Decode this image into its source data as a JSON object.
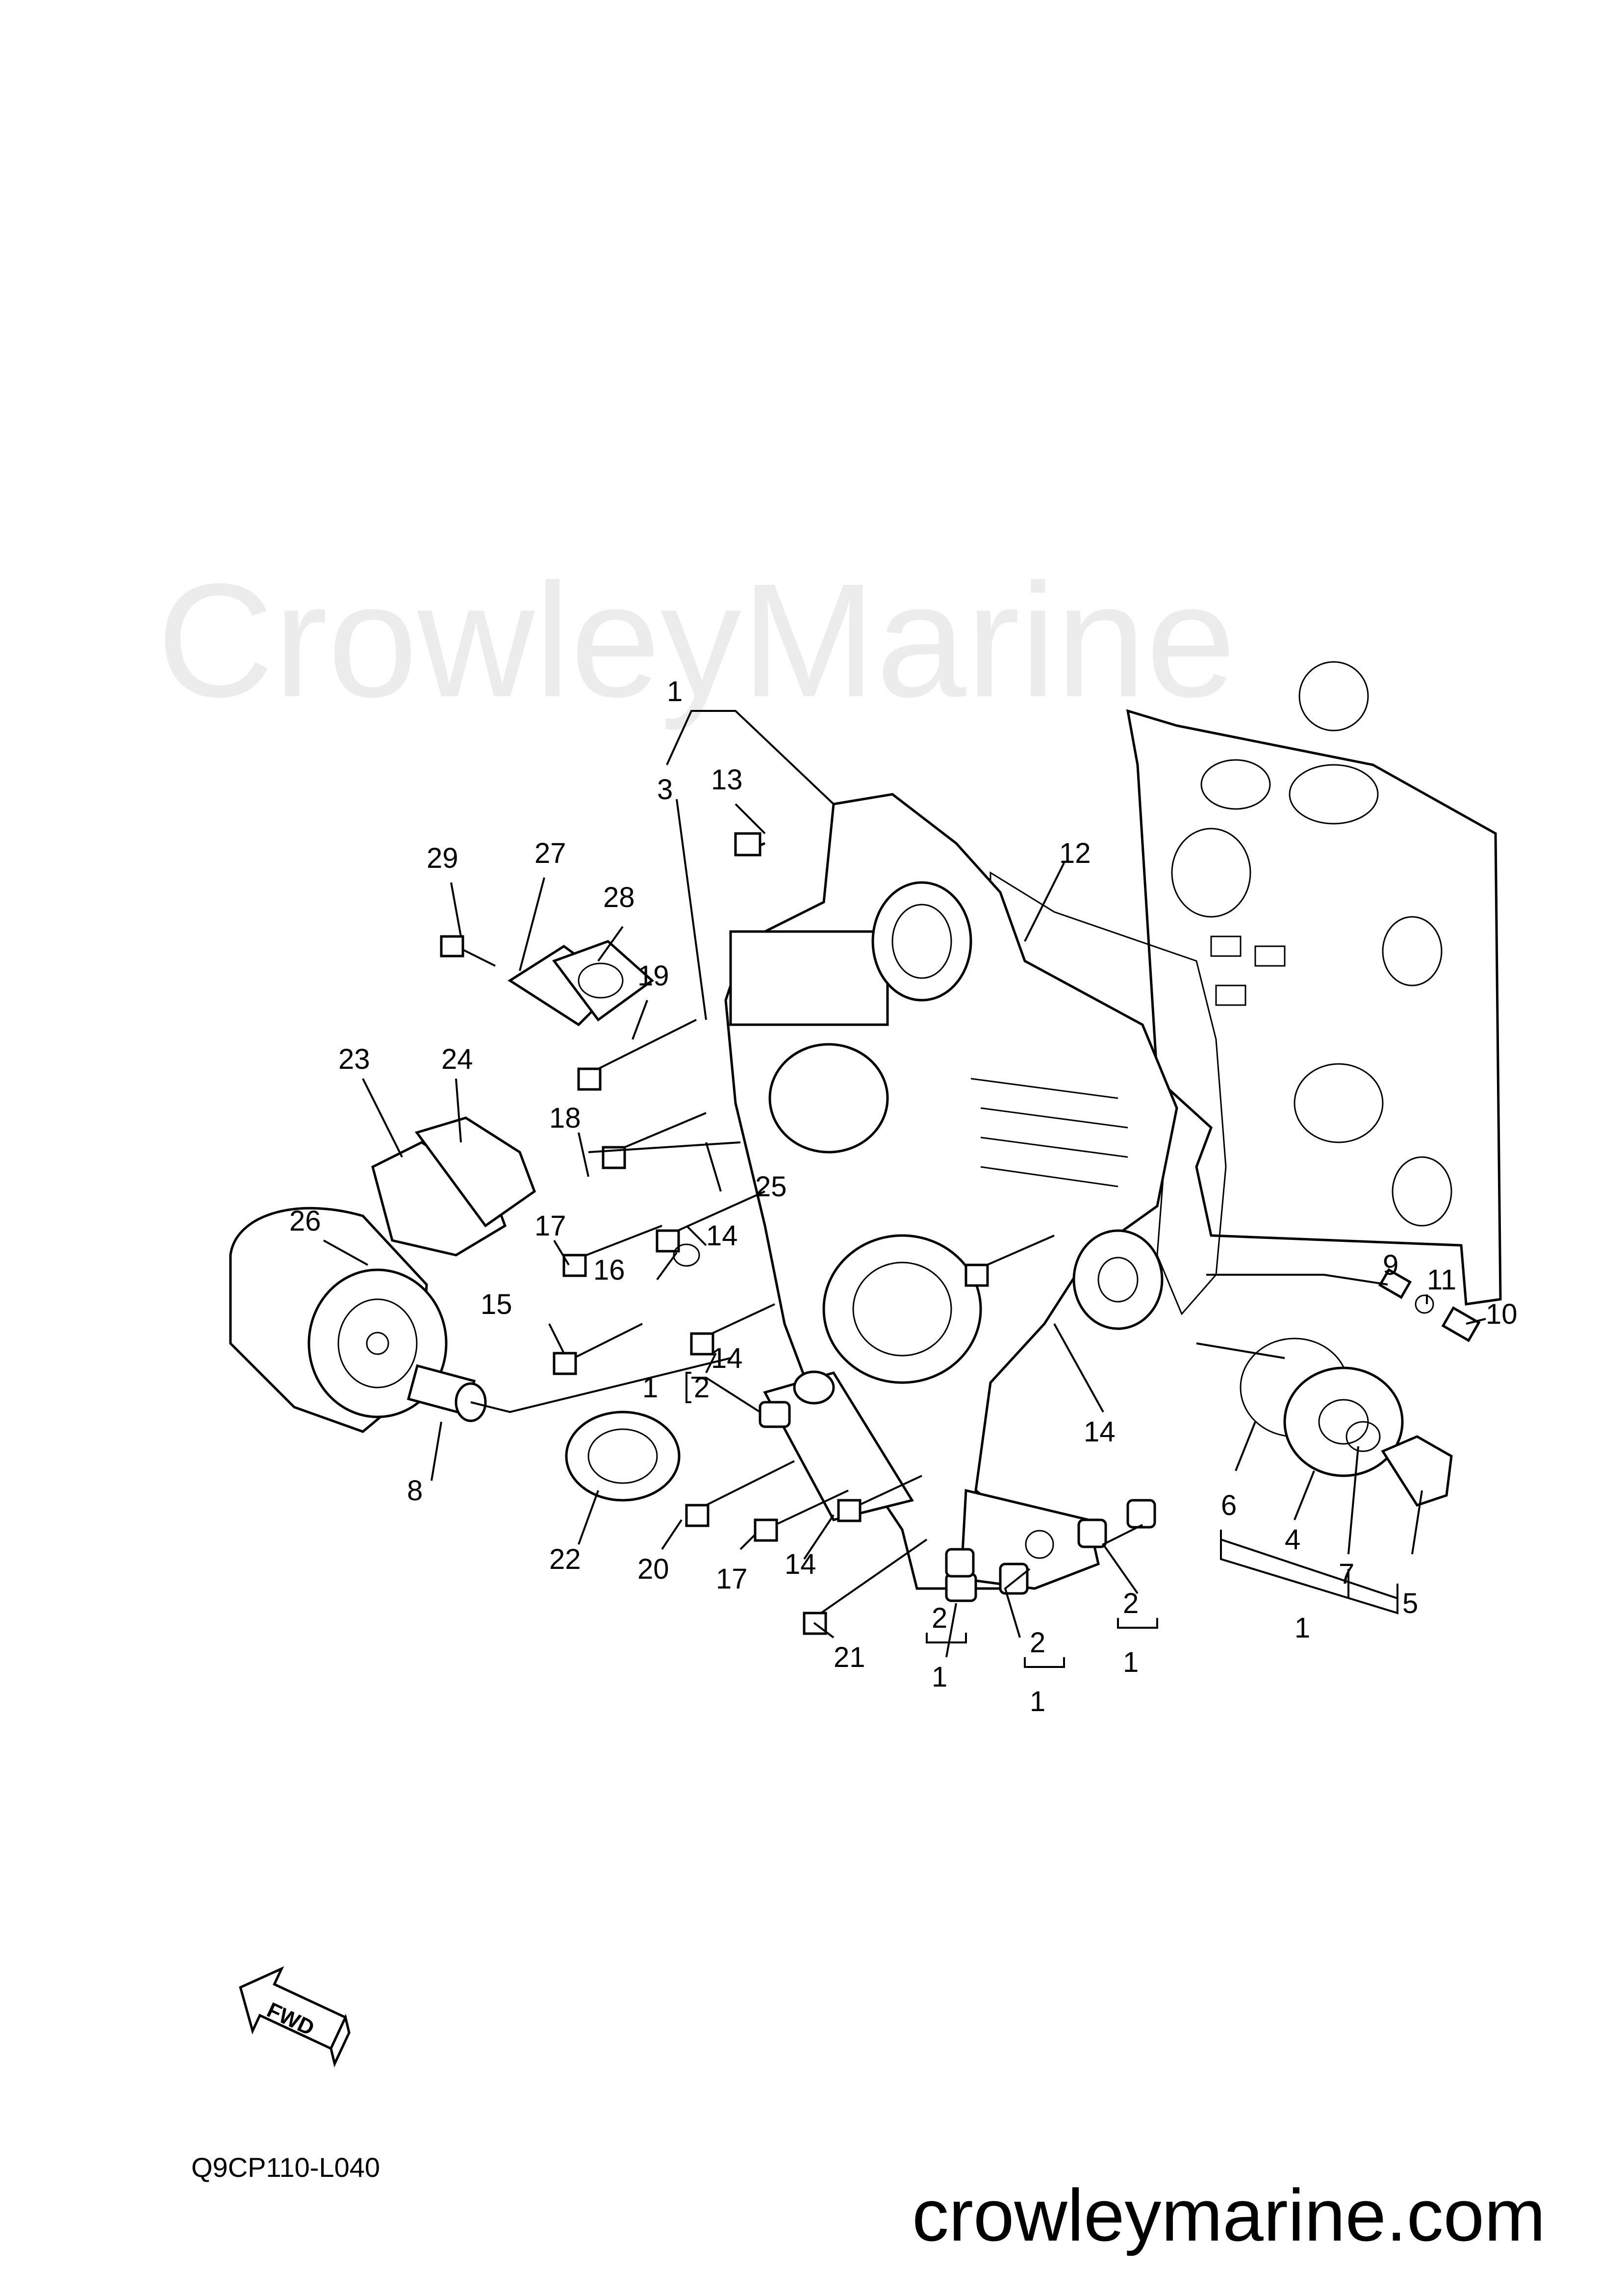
{
  "watermark": "CrowleyMarine",
  "drawing_code": "Q9CP110-L040",
  "site": "crowleymarine.com",
  "fwd_label": "FWD",
  "callouts": {
    "c1_top": "1",
    "c3": "3",
    "c13": "13",
    "c12": "12",
    "c29": "29",
    "c27": "27",
    "c28": "28",
    "c19": "19",
    "c23": "23",
    "c24": "24",
    "c18": "18",
    "c26": "26",
    "c25": "25",
    "c17a": "17",
    "c14a": "14",
    "c16": "16",
    "c15": "15",
    "c14b": "14",
    "c1_bracket": "1",
    "c2_bracket": "2",
    "c9": "9",
    "c11": "11",
    "c10": "10",
    "c14c": "14",
    "c8": "8",
    "c22": "22",
    "c20": "20",
    "c17b": "17",
    "c14d": "14",
    "c21": "21",
    "c6": "6",
    "c4": "4",
    "c7": "7",
    "c5": "5",
    "c1_right": "1",
    "c2_a": "2",
    "c1_a": "1",
    "c2_b": "2",
    "c1_b": "1",
    "c2_c": "2",
    "c1_c": "1"
  }
}
